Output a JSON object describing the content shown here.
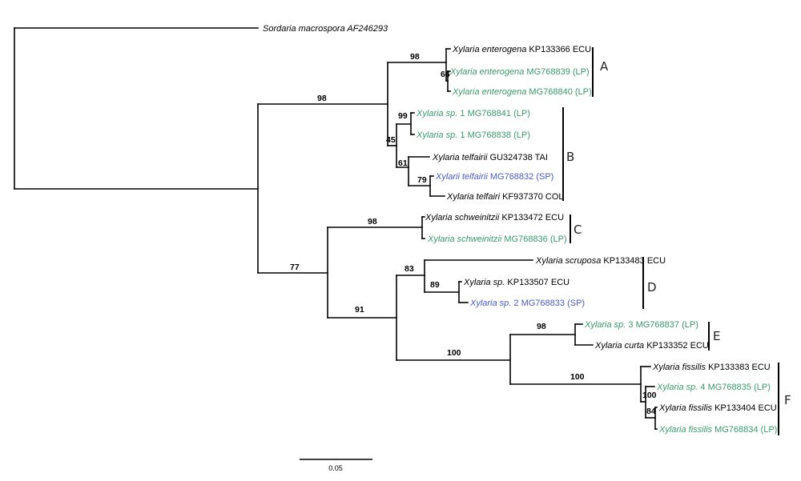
{
  "colors": {
    "reference": "#000000",
    "LP": "#3a9a6b",
    "SP": "#4a5bbf"
  },
  "tips": [
    {
      "id": "sordaria",
      "genus": "Sordaria macrospora",
      "rest": " AF246293",
      "italic_all": true,
      "group": "reference"
    },
    {
      "id": "ent1",
      "genus": "Xylaria enterogena",
      "rest": " KP133366 ECU",
      "group": "reference"
    },
    {
      "id": "ent2",
      "genus": "Xylaria enterogena",
      "rest": " MG768839 (LP)",
      "group": "LP"
    },
    {
      "id": "ent3",
      "genus": "Xylaria enterogena",
      "rest": " MG768840 (LP)",
      "group": "LP"
    },
    {
      "id": "sp1a",
      "genus": "Xylaria sp.",
      "rest": " 1 MG768841 (LP)",
      "group": "LP"
    },
    {
      "id": "sp1b",
      "genus": "Xylaria sp.",
      "rest": " 1 MG768838 (LP)",
      "group": "LP"
    },
    {
      "id": "tel1",
      "genus": "Xylaria telfairii",
      "rest": " GU324738 TAI",
      "group": "reference"
    },
    {
      "id": "tel2",
      "genus": "Xylarii telfairii",
      "rest": " MG768832 (SP)",
      "group": "SP"
    },
    {
      "id": "tel3",
      "genus": "Xylaria telfairi",
      "rest": " KF937370 COL",
      "group": "reference"
    },
    {
      "id": "sch1",
      "genus": "Xylaria schweinitzii",
      "rest": " KP133472 ECU",
      "group": "reference"
    },
    {
      "id": "sch2",
      "genus": "Xylaria schweinitzii",
      "rest": " MG768836 (LP)",
      "group": "LP"
    },
    {
      "id": "scr",
      "genus": "Xylaria scruposa",
      "rest": " KP133483 ECU",
      "group": "reference"
    },
    {
      "id": "spk",
      "genus": "Xylaria sp.",
      "rest": " KP133507 ECU",
      "group": "reference"
    },
    {
      "id": "sp2",
      "genus": "Xylaria sp.",
      "rest": " 2 MG768833 (SP)",
      "group": "SP"
    },
    {
      "id": "sp3",
      "genus": "Xylaria sp.",
      "rest": " 3 MG768837 (LP)",
      "group": "LP"
    },
    {
      "id": "cur",
      "genus": "Xylaria curta",
      "rest": " KP133352 ECU",
      "group": "reference"
    },
    {
      "id": "fis1",
      "genus": "Xylaria fissilis",
      "rest": " KP133383 ECU",
      "group": "reference"
    },
    {
      "id": "sp4",
      "genus": "Xylaria sp.",
      "rest": " 4 MG768835 (LP)",
      "group": "LP"
    },
    {
      "id": "fis2",
      "genus": "Xylaria fissilis",
      "rest": " KP133404 ECU",
      "group": "reference"
    },
    {
      "id": "fis3",
      "genus": "Xylaria fissilis",
      "rest": " MG768834 (LP)",
      "group": "LP"
    }
  ],
  "bootstrap": [
    {
      "node": "xylaria-root",
      "value": "98"
    },
    {
      "node": "clade-a",
      "value": "98"
    },
    {
      "node": "clade-a-inner",
      "value": "66"
    },
    {
      "node": "clade-b",
      "value": "45"
    },
    {
      "node": "clade-b-sp1",
      "value": "99"
    },
    {
      "node": "clade-b-telfairii",
      "value": "61"
    },
    {
      "node": "clade-b-telfairii-inner",
      "value": "79"
    },
    {
      "node": "lower-group",
      "value": "77"
    },
    {
      "node": "clade-c",
      "value": "98"
    },
    {
      "node": "clade-def",
      "value": "91"
    },
    {
      "node": "clade-d",
      "value": "83"
    },
    {
      "node": "clade-d-inner",
      "value": "89"
    },
    {
      "node": "clade-ef",
      "value": "100"
    },
    {
      "node": "clade-e",
      "value": "98"
    },
    {
      "node": "clade-f",
      "value": "100"
    },
    {
      "node": "clade-f-inner",
      "value": "100"
    },
    {
      "node": "clade-f-inner2",
      "value": "84"
    }
  ],
  "clades": [
    {
      "id": "A",
      "label": "A"
    },
    {
      "id": "B",
      "label": "B"
    },
    {
      "id": "C",
      "label": "C"
    },
    {
      "id": "D",
      "label": "D"
    },
    {
      "id": "E",
      "label": "E"
    },
    {
      "id": "F",
      "label": "F"
    }
  ],
  "scale_bar": {
    "label": "0.05"
  }
}
